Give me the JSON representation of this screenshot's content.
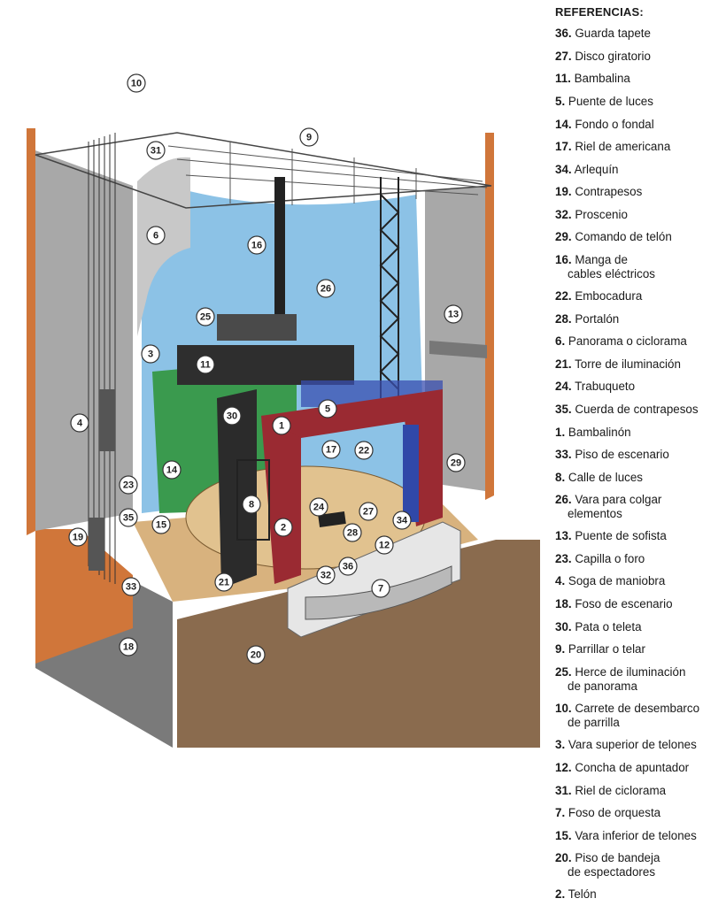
{
  "legend": {
    "title": "REFERENCIAS:",
    "items": [
      {
        "num": "36.",
        "lines": [
          "Guarda tapete"
        ]
      },
      {
        "num": "27.",
        "lines": [
          "Disco giratorio"
        ]
      },
      {
        "num": "11.",
        "lines": [
          "Bambalina"
        ]
      },
      {
        "num": "5.",
        "lines": [
          "Puente de luces"
        ]
      },
      {
        "num": "14.",
        "lines": [
          "Fondo o fondal"
        ]
      },
      {
        "num": "17.",
        "lines": [
          "Riel de americana"
        ]
      },
      {
        "num": "34.",
        "lines": [
          "Arlequín"
        ]
      },
      {
        "num": "19.",
        "lines": [
          "Contrapesos"
        ]
      },
      {
        "num": "32.",
        "lines": [
          "Proscenio"
        ]
      },
      {
        "num": "29.",
        "lines": [
          "Comando de telón"
        ]
      },
      {
        "num": "16.",
        "lines": [
          "Manga de",
          "cables eléctricos"
        ]
      },
      {
        "num": "22.",
        "lines": [
          "Embocadura"
        ]
      },
      {
        "num": "28.",
        "lines": [
          "Portalón"
        ]
      },
      {
        "num": "6.",
        "lines": [
          "Panorama o ciclorama"
        ]
      },
      {
        "num": "21.",
        "lines": [
          "Torre de iluminación"
        ]
      },
      {
        "num": "24.",
        "lines": [
          "Trabuqueto"
        ]
      },
      {
        "num": "35.",
        "lines": [
          "Cuerda de contrapesos"
        ]
      },
      {
        "num": "1.",
        "lines": [
          "Bambalinón"
        ]
      },
      {
        "num": "33.",
        "lines": [
          "Piso de escenario"
        ]
      },
      {
        "num": "8.",
        "lines": [
          "Calle de luces"
        ]
      },
      {
        "num": "26.",
        "lines": [
          "Vara para colgar",
          "elementos"
        ]
      },
      {
        "num": "13.",
        "lines": [
          "Puente de sofista"
        ]
      },
      {
        "num": "23.",
        "lines": [
          "Capilla o foro"
        ]
      },
      {
        "num": "4.",
        "lines": [
          "Soga de maniobra"
        ]
      },
      {
        "num": "18.",
        "lines": [
          "Foso de escenario"
        ]
      },
      {
        "num": "30.",
        "lines": [
          "Pata o teleta"
        ]
      },
      {
        "num": "9.",
        "lines": [
          "Parrillar o telar"
        ]
      },
      {
        "num": "25.",
        "lines": [
          "Herce de iluminación",
          "de panorama"
        ]
      },
      {
        "num": "10.",
        "lines": [
          "Carrete de desembarco",
          "de parrilla"
        ]
      },
      {
        "num": "3.",
        "lines": [
          "Vara superior de telones"
        ]
      },
      {
        "num": "12.",
        "lines": [
          "Concha de apuntador"
        ]
      },
      {
        "num": "31.",
        "lines": [
          "Riel de ciclorama"
        ]
      },
      {
        "num": "7.",
        "lines": [
          "Foso de orquesta"
        ]
      },
      {
        "num": "15.",
        "lines": [
          "Vara inferior de telones"
        ]
      },
      {
        "num": "20.",
        "lines": [
          "Piso de bandeja",
          "de espectadores"
        ]
      },
      {
        "num": "2.",
        "lines": [
          "Telón"
        ]
      }
    ]
  },
  "callouts": [
    "10",
    "9",
    "31",
    "6",
    "16",
    "26",
    "25",
    "13",
    "3",
    "11",
    "4",
    "30",
    "1",
    "5",
    "17",
    "22",
    "29",
    "14",
    "23",
    "35",
    "15",
    "8",
    "2",
    "24",
    "27",
    "34",
    "28",
    "12",
    "19",
    "33",
    "36",
    "32",
    "21",
    "7",
    "18",
    "20"
  ],
  "colors": {
    "cyclorama_blue": "#8cc2e6",
    "backdrop_green": "#3a9a4e",
    "curtain_red": "#9a2a32",
    "stage_floor": "#d8b27e",
    "pit_brown": "#8a6b4e",
    "wall_gray": "#9c9c9c",
    "wall_orange": "#d0763a",
    "light_bridge_blue": "#3a4fb0"
  }
}
